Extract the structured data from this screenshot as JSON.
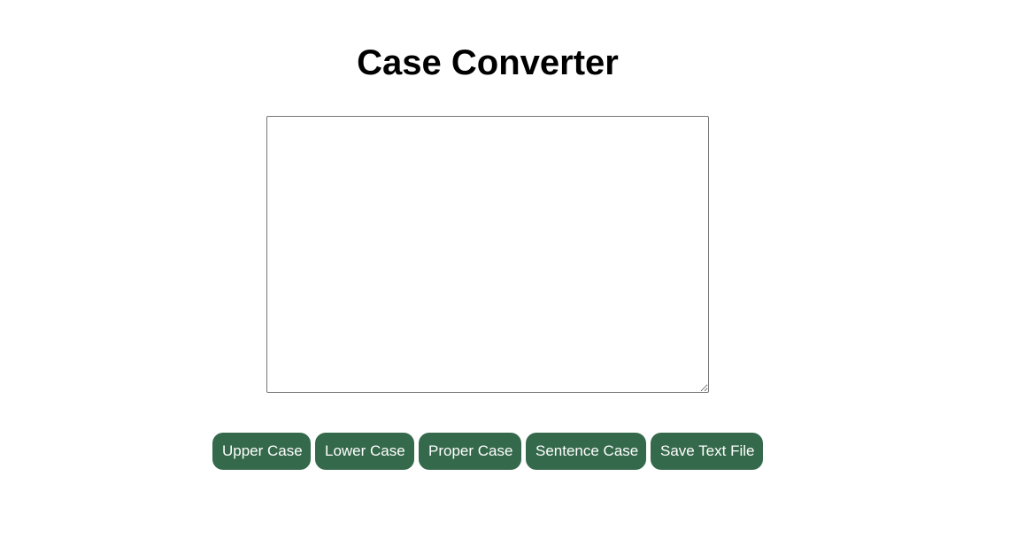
{
  "page": {
    "title": "Case Converter"
  },
  "editor": {
    "value": "",
    "placeholder": ""
  },
  "buttons": {
    "upper_case": "Upper Case",
    "lower_case": "Lower Case",
    "proper_case": "Proper Case",
    "sentence_case": "Sentence Case",
    "save_text_file": "Save Text File"
  },
  "colors": {
    "button_background": "#35694b",
    "button_text": "#ffffff",
    "title_text": "#000000"
  }
}
